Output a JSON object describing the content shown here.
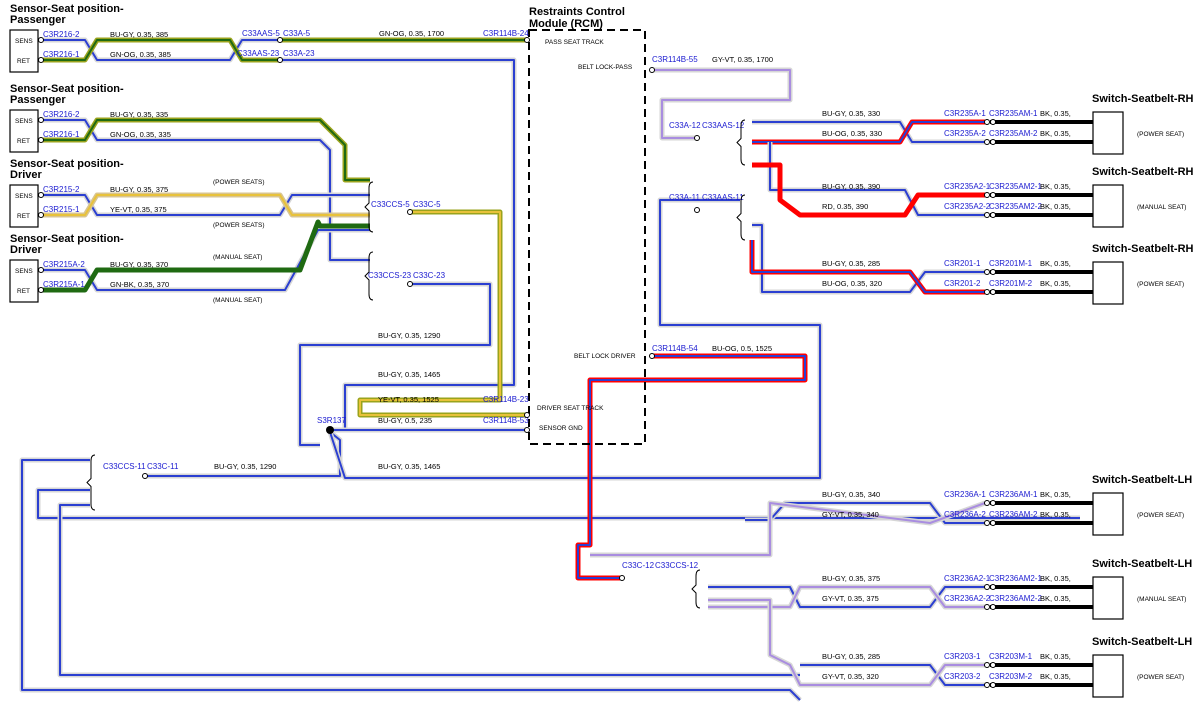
{
  "colors": {
    "BU": "#2b3fd1",
    "GN": "#1f6a12",
    "OG": "#9aa31c",
    "YE": "#e8c23a",
    "VT": "#a98de0",
    "GY": "#d6d6d6",
    "RD": "#ff0000",
    "BK": "#000000",
    "tan": "#d8c48f"
  },
  "title": {
    "rcm": "Restraints Control\nModule (RCM)"
  },
  "sensors": [
    {
      "title": "Sensor-Seat position-\nPassenger",
      "pins": [
        "SENS",
        "RET"
      ],
      "conns": [
        "C3R216-2",
        "C3R216-1"
      ],
      "wires": [
        "BU-GY,  0.35,  385",
        "GN-OG,  0.35,  385"
      ],
      "notes": [
        "",
        ""
      ]
    },
    {
      "title": "Sensor-Seat position-\nPassenger",
      "pins": [
        "SENS",
        "RET"
      ],
      "conns": [
        "C3R216-2",
        "C3R216-1"
      ],
      "wires": [
        "BU-GY,  0.35,  335",
        "GN-OG,  0.35,  335"
      ],
      "notes": [
        "",
        ""
      ]
    },
    {
      "title": "Sensor-Seat position-\nDriver",
      "pins": [
        "SENS",
        "RET"
      ],
      "conns": [
        "C3R215-2",
        "C3R215-1"
      ],
      "wires": [
        "BU-GY,  0.35,  375",
        "YE-VT,  0.35,  375"
      ],
      "notes": [
        "(POWER SEATS)",
        "(POWER SEATS)"
      ]
    },
    {
      "title": "Sensor-Seat position-\nDriver",
      "pins": [
        "SENS",
        "RET"
      ],
      "conns": [
        "C3R215A-2",
        "C3R215A-1"
      ],
      "wires": [
        "BU-GY,  0.35,  370",
        "GN-BK,  0.35,  370"
      ],
      "notes": [
        "(MANUAL SEAT)",
        "(MANUAL SEAT)"
      ]
    }
  ],
  "left_labels": {
    "c33aas5": "C33AAS-5",
    "c33a5": "C33A-5",
    "c33aas23": "C33AAS-23",
    "c33a23": "C33A-23",
    "gnog1700": "GN-OG,  0.35,  1700",
    "c3r114b24": "C3R114B-24",
    "c33ccs5": "C33CCS-5",
    "c33c5": "C33C-5",
    "c33ccs23": "C33CCS-23",
    "c33c23": "C33C-23",
    "bugy1290a": "BU-GY,  0.35,  1290",
    "bugy1465a": "BU-GY,  0.35,  1465",
    "yevt1525": "YE-VT,  0.35,  1525",
    "c3r114b23": "C3R114B-23",
    "bugy235": "BU-GY,  0.5,  235",
    "c3r114b53": "C3R114B-53",
    "s3r137": "S3R137",
    "c33ccs11": "C33CCS-11",
    "c33c11": "C33C-11",
    "bugy1290b": "BU-GY,  0.35,  1290",
    "bugy1465b": "BU-GY,  0.35,  1465"
  },
  "rcm_pins": {
    "pass_seat_track": "PASS SEAT TRACK",
    "belt_lock_pass": "BELT LOCK-PASS",
    "belt_lock_driver": "BELT LOCK DRIVER",
    "driver_seat_track": "DRIVER SEAT TRACK",
    "sensor_gnd": "SENSOR GND"
  },
  "right_labels": {
    "c3r114b55": "C3R114B-55",
    "gyvt1700": "GY-VT,  0.35,  1700",
    "c33a12": "C33A-12",
    "c33aas12": "C33AAS-12",
    "c33a11": "C33A-11",
    "c33aas11": "C33AAS-11",
    "c3r114b54": "C3R114B-54",
    "buog1525": "BU-OG,  0.5,  1525",
    "c33c12": "C33C-12",
    "c33ccs12": "C33CCS-12"
  },
  "switches": [
    {
      "title": "Switch-Seatbelt-RH",
      "note": "(POWER SEAT)",
      "rows": [
        {
          "wire": "BU-GY,  0.35,  330",
          "c1": "C3R235A-1",
          "c2": "C3R235AM-1",
          "bk": "BK,  0.35,"
        },
        {
          "wire": "BU-OG,  0.35,  330",
          "c1": "C3R235A-2",
          "c2": "C3R235AM-2",
          "bk": "BK,  0.35,"
        }
      ]
    },
    {
      "title": "Switch-Seatbelt-RH",
      "note": "(MANUAL SEAT)",
      "rows": [
        {
          "wire": "BU-GY,  0.35,  390",
          "c1": "C3R235A2-1",
          "c2": "C3R235AM2-1",
          "bk": "BK,  0.35,"
        },
        {
          "wire": "RD,  0.35,  390",
          "c1": "C3R235A2-2",
          "c2": "C3R235AM2-2",
          "bk": "BK,  0.35,"
        }
      ]
    },
    {
      "title": "Switch-Seatbelt-RH",
      "note": "(POWER SEAT)",
      "rows": [
        {
          "wire": "BU-GY,  0.35,  285",
          "c1": "C3R201-1",
          "c2": "C3R201M-1",
          "bk": "BK,  0.35,"
        },
        {
          "wire": "BU-OG,  0.35,  320",
          "c1": "C3R201-2",
          "c2": "C3R201M-2",
          "bk": "BK,  0.35,"
        }
      ]
    },
    {
      "title": "Switch-Seatbelt-LH",
      "note": "(POWER SEAT)",
      "rows": [
        {
          "wire": "BU-GY,  0.35,  340",
          "c1": "C3R236A-1",
          "c2": "C3R236AM-1",
          "bk": "BK,  0.35,"
        },
        {
          "wire": "GY-VT,  0.35,  340",
          "c1": "C3R236A-2",
          "c2": "C3R236AM-2",
          "bk": "BK,  0.35,"
        }
      ]
    },
    {
      "title": "Switch-Seatbelt-LH",
      "note": "(MANUAL SEAT)",
      "rows": [
        {
          "wire": "BU-GY,  0.35,  375",
          "c1": "C3R236A2-1",
          "c2": "C3R236AM2-1",
          "bk": "BK,  0.35,"
        },
        {
          "wire": "GY-VT,  0.35,  375",
          "c1": "C3R236A2-2",
          "c2": "C3R236AM2-2",
          "bk": "BK,  0.35,"
        }
      ]
    },
    {
      "title": "Switch-Seatbelt-LH",
      "note": "(POWER SEAT)",
      "rows": [
        {
          "wire": "BU-GY,  0.35,  285",
          "c1": "C3R203-1",
          "c2": "C3R203M-1",
          "bk": "BK,  0.35,"
        },
        {
          "wire": "GY-VT,  0.35,  320",
          "c1": "C3R203-2",
          "c2": "C3R203M-2",
          "bk": "BK,  0.35,"
        }
      ]
    }
  ]
}
